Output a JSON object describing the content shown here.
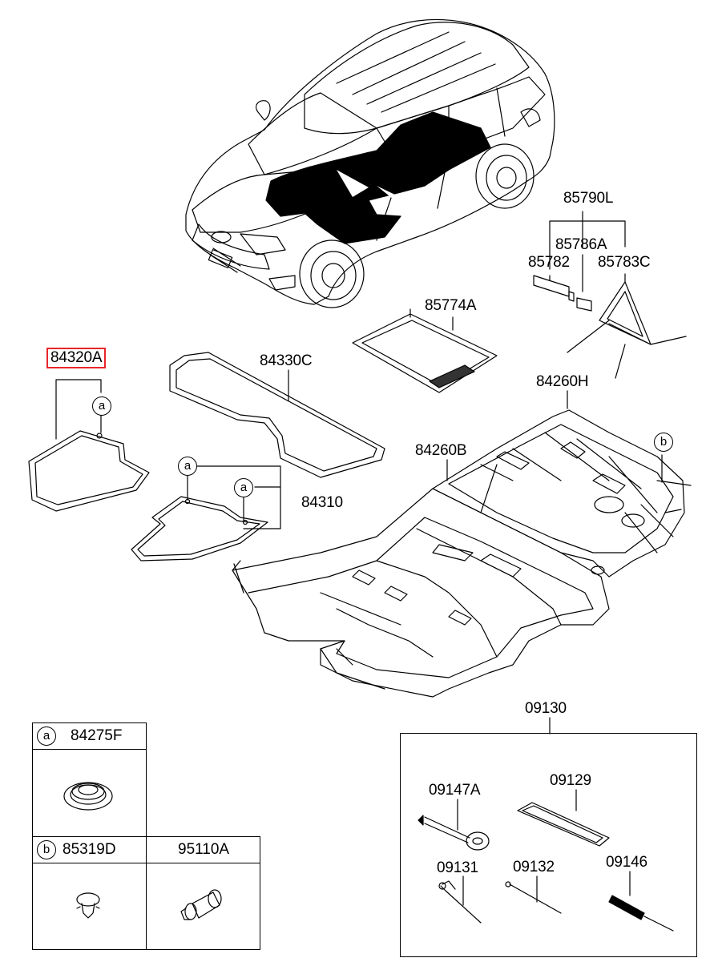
{
  "parts": {
    "p85790L": "85790L",
    "p85786A": "85786A",
    "p85782": "85782",
    "p85783C": "85783C",
    "p85774A": "85774A",
    "p84320A": "84320A",
    "p84330C": "84330C",
    "p84260H": "84260H",
    "p84260B": "84260B",
    "p84310": "84310",
    "p09130": "09130",
    "p09147A": "09147A",
    "p09129": "09129",
    "p09131": "09131",
    "p09132": "09132",
    "p09146": "09146"
  },
  "callouts": {
    "a": "a",
    "b": "b"
  },
  "legend": {
    "row_a_letter": "a",
    "row_a_part": "84275F",
    "row_b_letter": "b",
    "row_b_part1": "85319D",
    "row_b_part2": "95110A"
  },
  "highlight_color": "#e8262b"
}
